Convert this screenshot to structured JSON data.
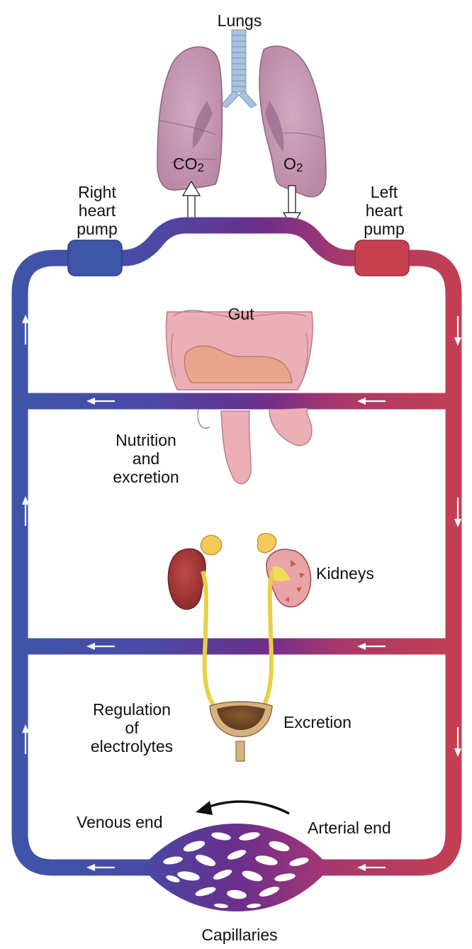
{
  "colors": {
    "venous": "#3d56a8",
    "arterial": "#c7404f",
    "mixed": "#6a2f8c",
    "lung": "#c89ab5",
    "gut": "#e7a6b0",
    "kidney": "#a83a3a",
    "ureter": "#f1dc5a",
    "adrenal": "#f4c95a",
    "bladder": "#c9a06a"
  },
  "labels": {
    "lungs": "Lungs",
    "co2_main": "CO",
    "co2_sub": "2",
    "o2_main": "O",
    "o2_sub": "2",
    "right_pump": [
      "Right",
      "heart",
      "pump"
    ],
    "left_pump": [
      "Left",
      "heart",
      "pump"
    ],
    "gut": "Gut",
    "nutrition": [
      "Nutrition",
      "and",
      "excretion"
    ],
    "kidneys": "Kidneys",
    "regulation": [
      "Regulation",
      "of",
      "electrolytes"
    ],
    "excretion": "Excretion",
    "venous_end": "Venous end",
    "arterial_end": "Arterial end",
    "capillaries": "Capillaries"
  }
}
